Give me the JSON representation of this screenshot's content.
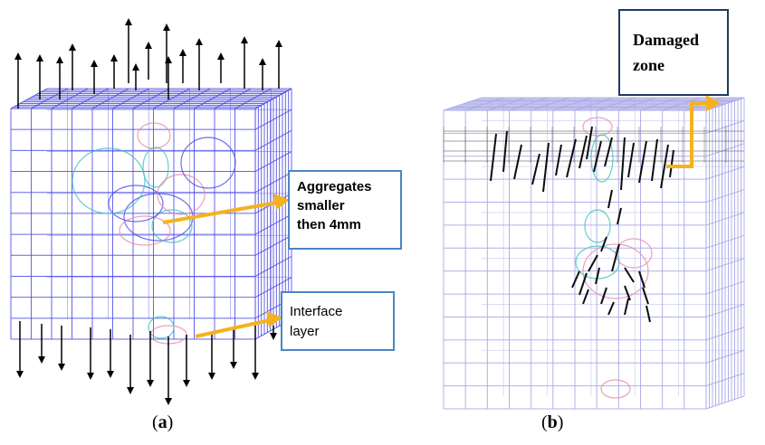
{
  "figure": {
    "panel_a": {
      "callout_aggregates": [
        "Aggregates",
        "smaller",
        "then 4mm"
      ],
      "callout_interface": [
        "Interface",
        "layer"
      ],
      "caption": {
        "open": "(",
        "letter": "a",
        "close": ")"
      }
    },
    "panel_b": {
      "callout_damaged": [
        "Damaged",
        "zone"
      ],
      "caption": {
        "open": "(",
        "letter": "b",
        "close": ")"
      }
    },
    "colors": {
      "mesh": "#4a4ae8",
      "mesh_light": "#a8a8e8",
      "aggregate_pink": "#e88aa8",
      "aggregate_cyan": "#40c0c0",
      "arrow": "#000000",
      "callout_arrow": "#f5b21d",
      "callout_border": "#4a86c5",
      "crack": "#000000"
    }
  }
}
